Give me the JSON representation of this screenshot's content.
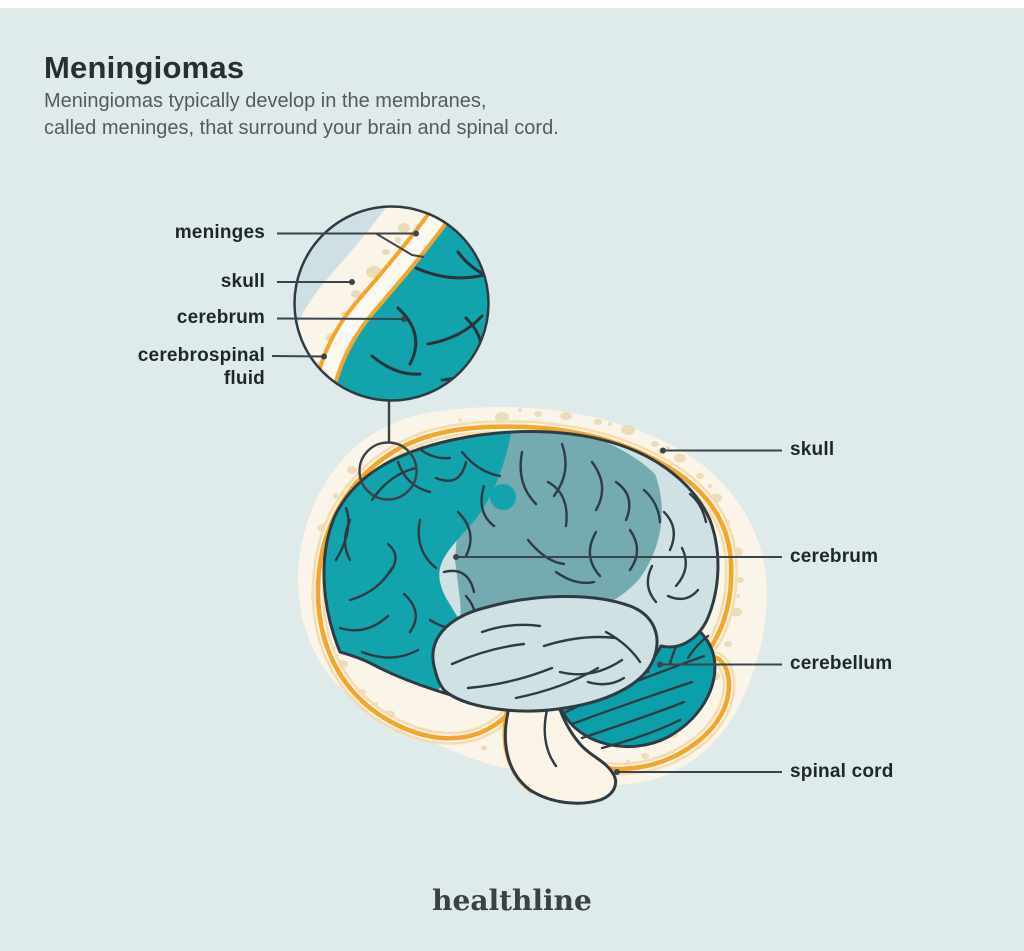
{
  "page": {
    "title": "Meningiomas",
    "subtitle_line1": "Meningiomas typically develop in the membranes,",
    "subtitle_line2": "called meninges, that surround your brain and spinal cord."
  },
  "inset": {
    "labels": {
      "meninges": "meninges",
      "skull": "skull",
      "cerebrum": "cerebrum",
      "csf_line1": "cerebrospinal",
      "csf_line2": "fluid"
    }
  },
  "brain": {
    "labels": {
      "skull": "skull",
      "cerebrum": "cerebrum",
      "cerebellum": "cerebellum",
      "spinal_cord": "spinal cord"
    }
  },
  "footer": {
    "brand": "healthline"
  },
  "colors": {
    "background": "#dfeaea",
    "top_strip": "#ffffff",
    "teal": "#12a3ac",
    "teal_muted": "#74abb1",
    "brain_light": "#cfe1e2",
    "dark_outline": "#2f3b43",
    "meninges_orange": "#f4a52d",
    "orange_pale": "#f8d9a4",
    "skull_cream": "#fbf4e8",
    "skull_spot": "#e7d7b3",
    "inset_scalp": "#cfe0e4",
    "leader_line": "#39444c",
    "label_text": "#1d272e",
    "title_text": "#2b2e2e",
    "subtitle_text": "#545b5b"
  }
}
